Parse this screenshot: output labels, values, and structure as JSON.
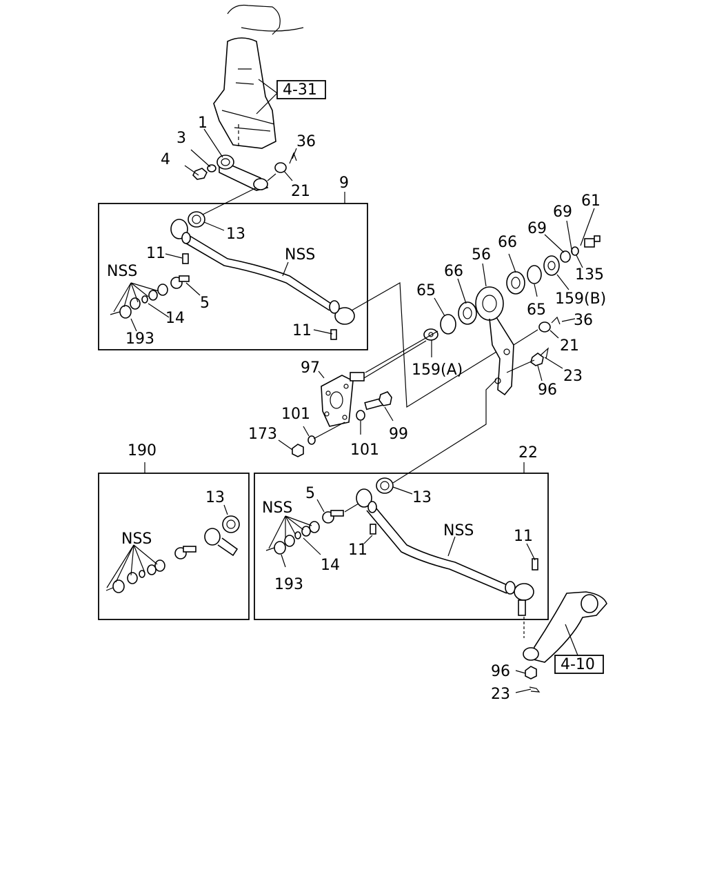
{
  "references": {
    "steering_gear": "4-31",
    "knuckle_arm": "4-10"
  },
  "groups": {
    "upper_drag_link": "9",
    "kit": "190",
    "lower_drag_link": "22"
  },
  "callouts": {
    "gear_arm": "1",
    "washer_3": "3",
    "nut_4": "4",
    "cotter_36_top": "36",
    "nut_21_top": "21",
    "g9_bushing_13": "13",
    "g9_nss_rod": "NSS",
    "g9_nipple_11_left": "11",
    "g9_nss_kit": "NSS",
    "g9_ball_stud_5": "5",
    "g9_seal_14": "14",
    "g9_cap_193": "193",
    "g9_nipple_11_right": "11",
    "p61": "61",
    "p69_top": "69",
    "p69": "69",
    "p66_top": "66",
    "p56": "56",
    "p66": "66",
    "p65_top": "65",
    "p135": "135",
    "p159B": "159(B)",
    "p65": "65",
    "p36_right": "36",
    "p21_right": "21",
    "p159A": "159(A)",
    "p97": "97",
    "p23_right": "23",
    "p96_right": "96",
    "p101_top": "101",
    "p99": "99",
    "p173": "173",
    "p101_bottom": "101",
    "k190_13": "13",
    "k190_nss": "NSS",
    "g22_5": "5",
    "g22_13": "13",
    "g22_nss_kit": "NSS",
    "g22_nss_rod": "NSS",
    "g22_11_right": "11",
    "g22_11_left": "11",
    "g22_14": "14",
    "g22_193": "193",
    "p96_bottom": "96",
    "p23_bottom": "23"
  }
}
